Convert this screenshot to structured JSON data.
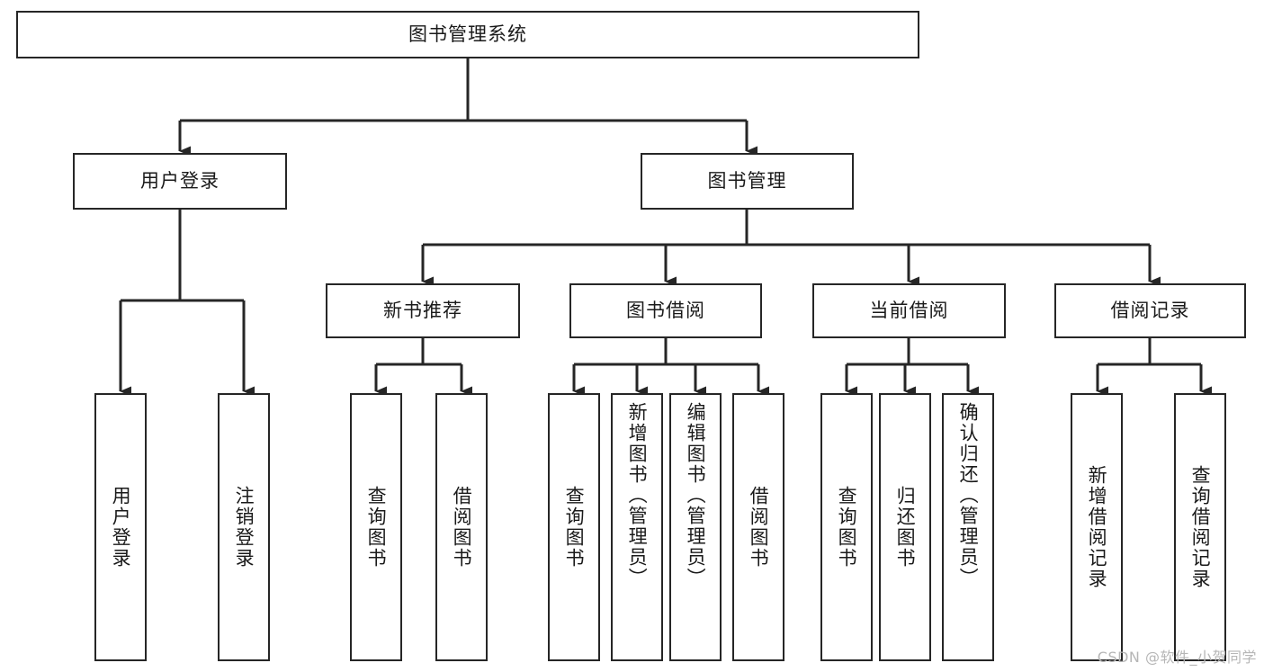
{
  "diagram": {
    "title": "图书管理系统",
    "type": "tree-hierarchy-chart",
    "watermark": "CSDN @软件_小贺同学",
    "colors": {
      "stroke": "#262626",
      "fill": "#ffffff",
      "text": "#1a1a1a",
      "watermark": "#b6b6b6"
    },
    "root": {
      "label": "图书管理系统"
    },
    "level2": [
      {
        "id": "user-login",
        "label": "用户登录"
      },
      {
        "id": "book-manage",
        "label": "图书管理"
      }
    ],
    "level3": [
      {
        "id": "new-book-recommend",
        "label": "新书推荐"
      },
      {
        "id": "book-borrow",
        "label": "图书借阅"
      },
      {
        "id": "current-borrow",
        "label": "当前借阅"
      },
      {
        "id": "borrow-record",
        "label": "借阅记录"
      }
    ],
    "leaves": {
      "user_login": [
        {
          "id": "leaf-user-login",
          "label": "用户登录"
        },
        {
          "id": "leaf-logout",
          "label": "注销登录"
        }
      ],
      "new_book_recommend": [
        {
          "id": "leaf-query-book-1",
          "label": "查询图书"
        },
        {
          "id": "leaf-borrow-book-1",
          "label": "借阅图书"
        }
      ],
      "book_borrow": [
        {
          "id": "leaf-query-book-2",
          "label": "查询图书"
        },
        {
          "id": "leaf-add-book",
          "label": "新增图书（管理员）"
        },
        {
          "id": "leaf-edit-book",
          "label": "编辑图书（管理员）"
        },
        {
          "id": "leaf-borrow-book-2",
          "label": "借阅图书"
        }
      ],
      "current_borrow": [
        {
          "id": "leaf-query-book-3",
          "label": "查询图书"
        },
        {
          "id": "leaf-return-book",
          "label": "归还图书"
        },
        {
          "id": "leaf-confirm-return",
          "label": "确认归还（管理员）"
        }
      ],
      "borrow_record": [
        {
          "id": "leaf-add-record",
          "label": "新增借阅记录"
        },
        {
          "id": "leaf-query-record",
          "label": "查询借阅记录"
        }
      ]
    }
  }
}
